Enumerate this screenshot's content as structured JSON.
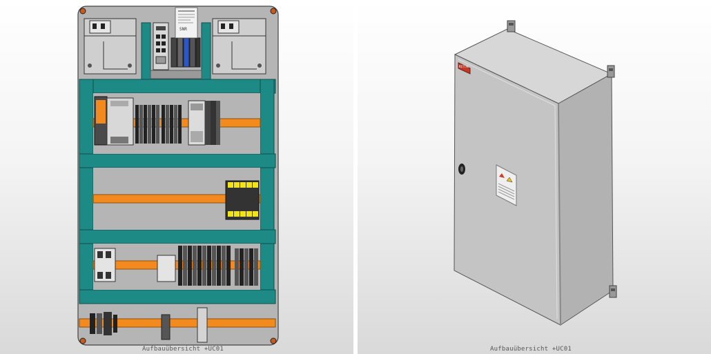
{
  "left_view": {
    "caption": "Aufbauübersicht +UC01",
    "device_label": "SNR"
  },
  "right_view": {
    "caption": "Aufbauübersicht +UC01",
    "door_label": "RITTAL"
  },
  "colors": {
    "frame_teal": "#1e8a85",
    "din_rail_orange": "#f28a1e",
    "panel_grey": "#b4b4b4",
    "cabinet_grey": "#c4c4c4",
    "yellow_terminal": "#f2e21a"
  }
}
